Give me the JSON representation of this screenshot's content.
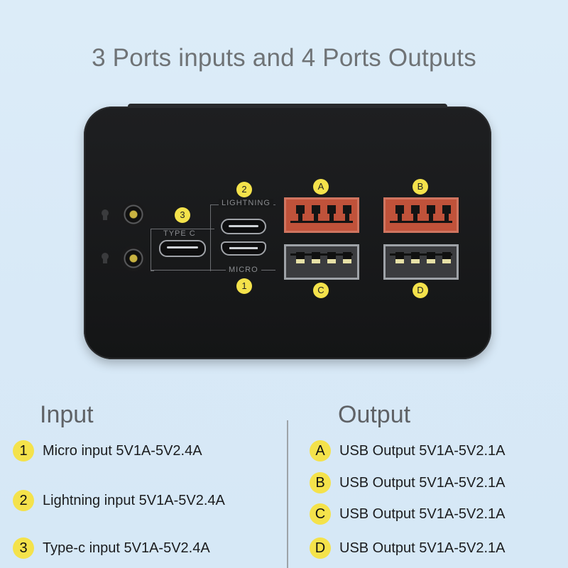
{
  "title": "3 Ports inputs and 4 Ports Outputs",
  "device": {
    "markers": {
      "lightning": "2",
      "type_c": "3",
      "micro": "1",
      "a": "A",
      "b": "B",
      "c": "C",
      "d": "D"
    },
    "labels": {
      "lightning": "LIGHTNING",
      "type_c": "TYPE C",
      "micro": "MICRO"
    },
    "colors": {
      "marker": "#f4e24b",
      "fast_port": "#c0523a",
      "body": "#1a1b1d"
    }
  },
  "input": {
    "heading": "Input",
    "items": [
      {
        "badge": "1",
        "text": "Micro input 5V1A-5V2.4A"
      },
      {
        "badge": "2",
        "text": "Lightning input 5V1A-5V2.4A"
      },
      {
        "badge": "3",
        "text": "Type-c input 5V1A-5V2.4A"
      }
    ]
  },
  "output": {
    "heading": "Output",
    "items": [
      {
        "badge": "A",
        "text": "USB Output 5V1A-5V2.1A"
      },
      {
        "badge": "B",
        "text": "USB Output 5V1A-5V2.1A"
      },
      {
        "badge": "C",
        "text": "USB Output 5V1A-5V2.1A"
      },
      {
        "badge": "D",
        "text": "USB Output 5V1A-5V2.1A"
      }
    ]
  }
}
